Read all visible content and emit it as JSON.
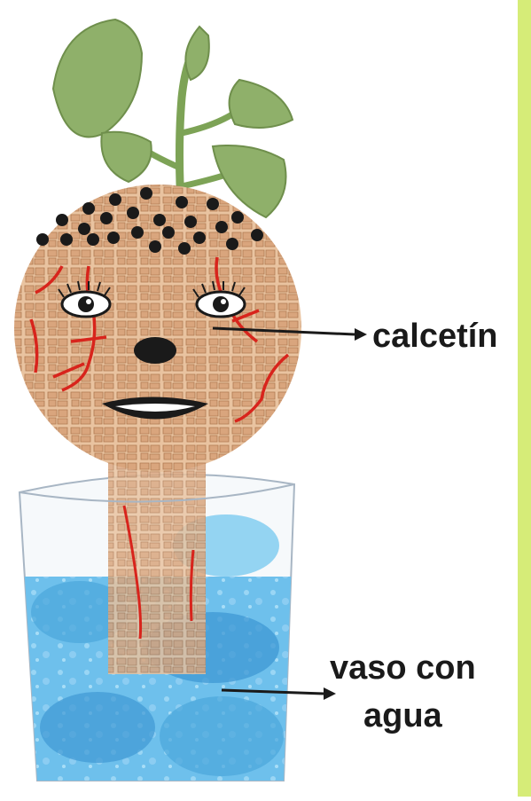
{
  "labels": {
    "sock": "calcetín",
    "glass_line1": "vaso con",
    "glass_line2": "agua"
  },
  "colors": {
    "leaf": "#8fb06a",
    "leaf_dark": "#6f8f4c",
    "stem": "#7da356",
    "skin": "#e5b993",
    "skin_cells": "#b07a52",
    "root": "#d8241c",
    "water": "#5fb6e6",
    "water_dark": "#3f98d4",
    "glass_edge": "#a8b6c4",
    "side_strip": "#d6ec78"
  }
}
